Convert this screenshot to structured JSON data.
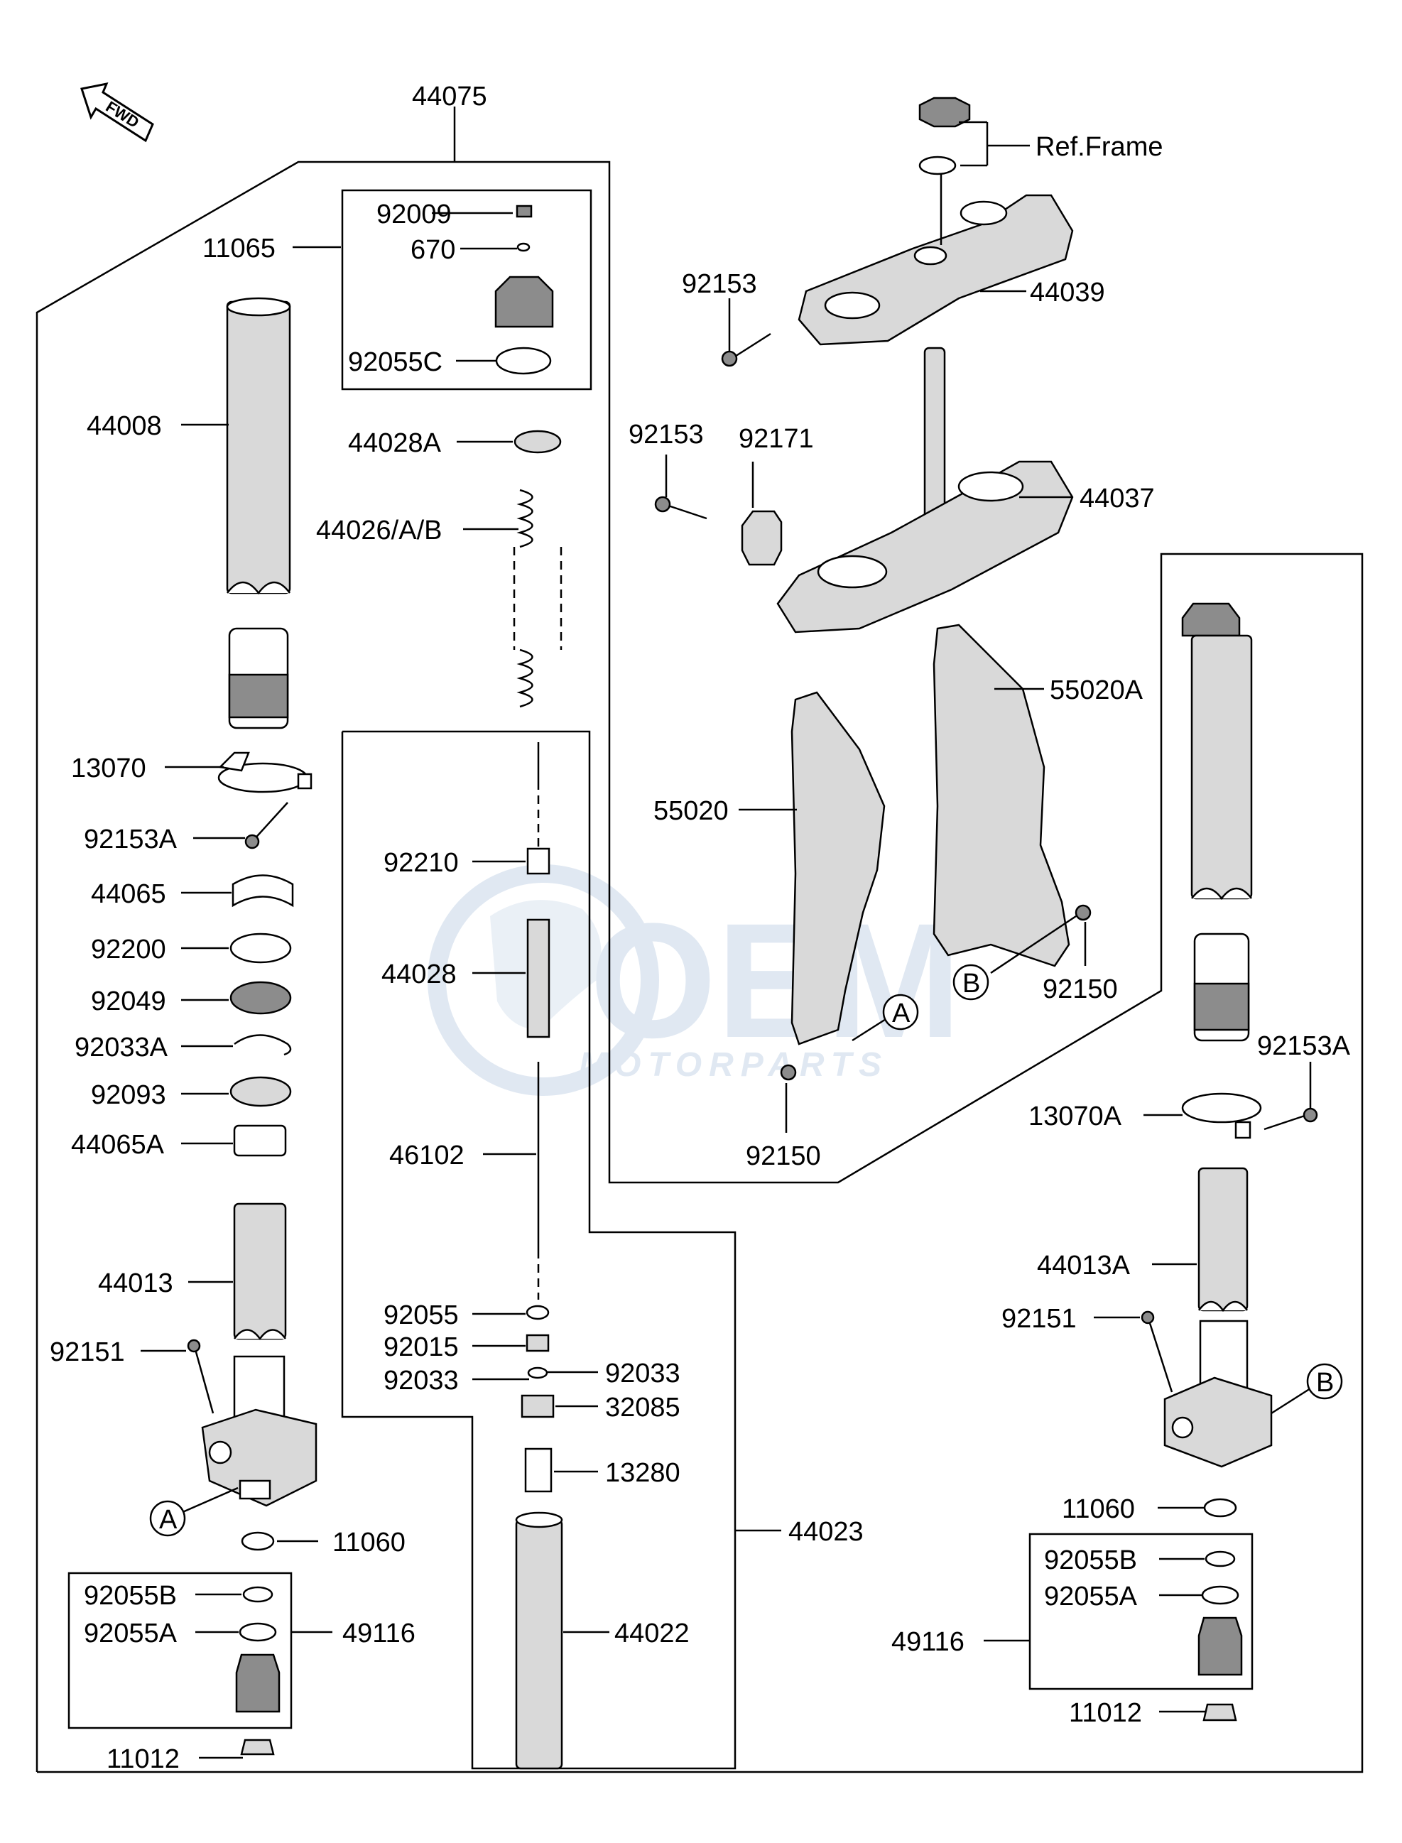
{
  "orientation": {
    "fwd_label": "FWD",
    "fwd_icon": "arrow-fwd-icon"
  },
  "watermark": {
    "brand": "OEM",
    "sub": "MOTORPARTS",
    "color": "#c7d6e8"
  },
  "callouts": {
    "A": "A",
    "B": "B"
  },
  "labels": {
    "p44075": "44075",
    "p11065": "11065",
    "p92009": "92009",
    "p670": "670",
    "p92055C": "92055C",
    "p44008": "44008",
    "p44028A": "44028A",
    "p44026": "44026/A/B",
    "p13070": "13070",
    "p92153A_left": "92153A",
    "p44065": "44065",
    "p92200": "92200",
    "p92049": "92049",
    "p92033A": "92033A",
    "p92093": "92093",
    "p44065A": "44065A",
    "p44013": "44013",
    "p92151_left": "92151",
    "p11060_left": "11060",
    "p92055B_left": "92055B",
    "p92055A_left": "92055A",
    "p49116_left": "49116",
    "p11012_left": "11012",
    "p92210": "92210",
    "p44028": "44028",
    "p46102": "46102",
    "p92055": "92055",
    "p92015": "92015",
    "p92033_left": "92033",
    "p92033_right": "92033",
    "p32085": "32085",
    "p13280": "13280",
    "p44023": "44023",
    "p44022": "44022",
    "refframe": "Ref.Frame",
    "p92153_top": "92153",
    "p44039": "44039",
    "p92153_mid": "92153",
    "p92171": "92171",
    "p44037": "44037",
    "p55020A": "55020A",
    "p55020": "55020",
    "p92150_right": "92150",
    "p92150_left": "92150",
    "p92153A_right": "92153A",
    "p13070A": "13070A",
    "p44013A": "44013A",
    "p92151_right": "92151",
    "p11060_right": "11060",
    "p92055B_right": "92055B",
    "p92055A_right": "92055A",
    "p49116_right": "49116",
    "p11012_right": "11012"
  }
}
